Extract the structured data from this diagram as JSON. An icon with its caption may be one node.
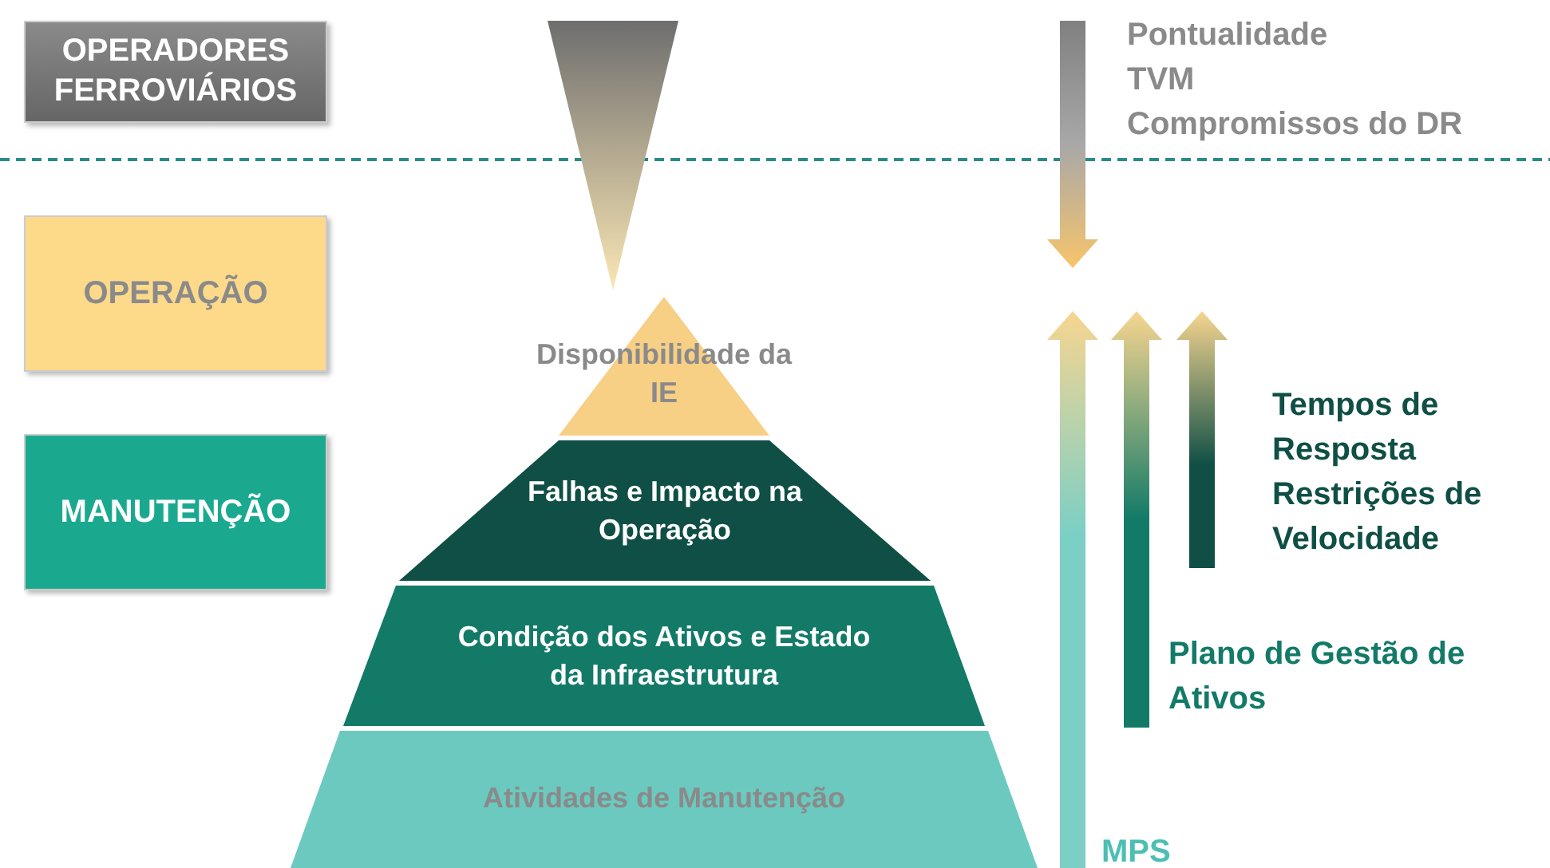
{
  "diagram": {
    "nodes": [
      {
        "text": [
          "OPERADORES FERROVIÁRIOS"
        ]
      },
      {
        "text": [
          "OPERAÇÃO"
        ]
      },
      {
        "text": [
          "MANUTENÇÃO"
        ]
      },
      {
        "text": [
          "Disponibilidade da IE"
        ]
      },
      {
        "text": [
          "Falhas e Impacto na Operação"
        ]
      },
      {
        "text": [
          "Condição dos Ativos e Estado da Infraestrutura"
        ]
      },
      {
        "text": [
          "Atividades de Manutenção"
        ]
      }
    ],
    "labels": [
      "Pontualidade",
      "TVM",
      "Compromissos do DR",
      "Tempos de Resposta Restrições de Velocidade",
      "Plano de Gestão de Ativos",
      "MPS"
    ]
  }
}
